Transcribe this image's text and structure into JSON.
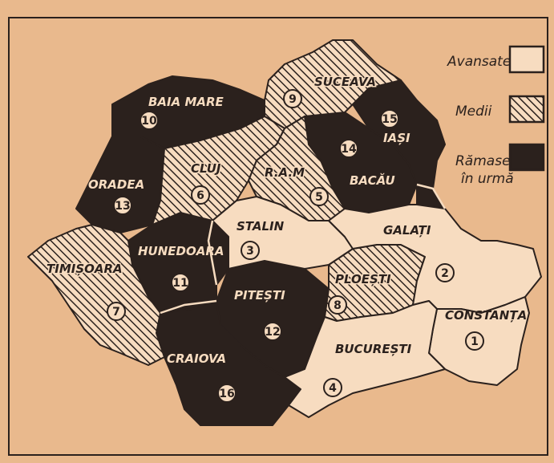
{
  "legend": [
    {
      "label": "Avansate",
      "fill": "white"
    },
    {
      "label": "Medii",
      "fill": "hatch"
    },
    {
      "label_line1": "Rămase",
      "label_line2": "în urmă",
      "fill": "dark"
    }
  ],
  "regions": [
    {
      "num": "1",
      "name": "CONSTANȚA",
      "category": "white"
    },
    {
      "num": "2",
      "name": "GALAȚI",
      "category": "white"
    },
    {
      "num": "3",
      "name": "STALIN",
      "category": "white"
    },
    {
      "num": "4",
      "name": "BUCUREȘTI",
      "category": "white"
    },
    {
      "num": "5",
      "name": "R.A.M",
      "category": "hatch"
    },
    {
      "num": "6",
      "name": "CLUJ",
      "category": "hatch"
    },
    {
      "num": "7",
      "name": "TIMIȘOARA",
      "category": "hatch"
    },
    {
      "num": "8",
      "name": "PLOEȘTI",
      "category": "hatch"
    },
    {
      "num": "9",
      "name": "SUCEAVA",
      "category": "hatch"
    },
    {
      "num": "10",
      "name": "BAIA MARE",
      "category": "dark"
    },
    {
      "num": "11",
      "name": "HUNEDOARA",
      "category": "dark"
    },
    {
      "num": "12",
      "name": "PITEȘTI",
      "category": "dark"
    },
    {
      "num": "13",
      "name": "ORADEA",
      "category": "dark"
    },
    {
      "num": "14",
      "name": "BACĂU",
      "category": "dark"
    },
    {
      "num": "15",
      "name": "IAȘI",
      "category": "dark"
    },
    {
      "num": "16",
      "name": "CRAIOVA",
      "category": "dark"
    }
  ],
  "colors": {
    "paper": "#e9b98d",
    "ink": "#2b211d",
    "light": "#f7dcc0"
  }
}
